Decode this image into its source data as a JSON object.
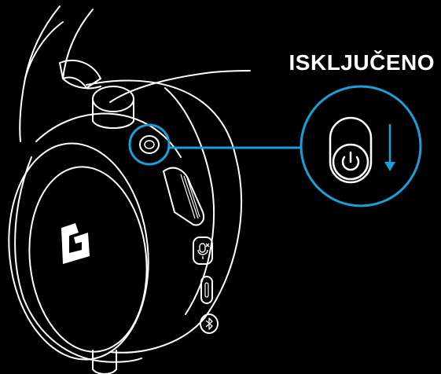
{
  "callout": {
    "status_label": "ISKLJUČENO"
  },
  "device": {
    "brand_logo": "logitech-g-logo",
    "controls": [
      {
        "name": "power-switch",
        "icon": "power-icon",
        "state": "off"
      },
      {
        "name": "volume-wheel",
        "icon": "scroll-wheel-icon"
      },
      {
        "name": "mic-mute-button",
        "icon": "microphone-mute-icon"
      },
      {
        "name": "usb-c-port",
        "icon": "usb-c-icon"
      },
      {
        "name": "bluetooth-button",
        "icon": "bluetooth-icon"
      }
    ]
  },
  "colors": {
    "background": "#000000",
    "outline": "#ffffff",
    "highlight": "#1a9fd8"
  }
}
